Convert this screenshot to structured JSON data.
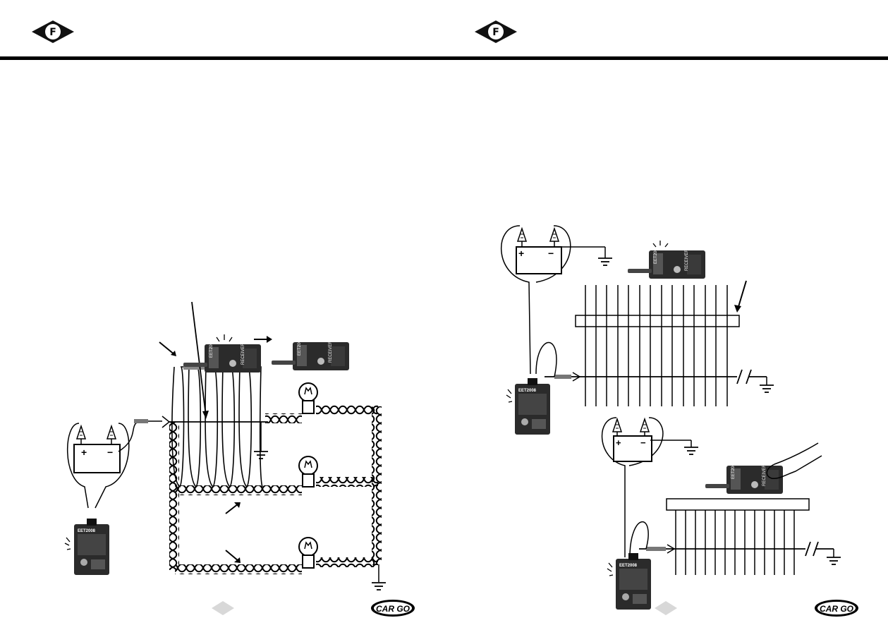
{
  "header": {
    "left_logo_letter": "F",
    "right_logo_letter": "F",
    "rule_color": "#000000"
  },
  "left_page": {
    "battery_plus": "+",
    "battery_minus": "−",
    "transmitter_model": "EET2008",
    "receiver_model": "EET2008",
    "receiver_label": "RECEIVER",
    "receiver2_model": "EET2008",
    "receiver2_label": "RECEIVER",
    "footer_brand": "CAR GO"
  },
  "right_page": {
    "top_battery_plus": "+",
    "top_battery_minus": "−",
    "bottom_battery_plus": "+",
    "bottom_battery_minus": "−",
    "top_receiver_model": "EET2008",
    "top_receiver_label": "RECEIVER",
    "bottom_receiver_model": "EET2008",
    "bottom_receiver_label": "RECEIVER",
    "top_transmitter_model": "EET2008",
    "bottom_transmitter_model": "EET2008",
    "footer_brand": "CAR GO"
  }
}
